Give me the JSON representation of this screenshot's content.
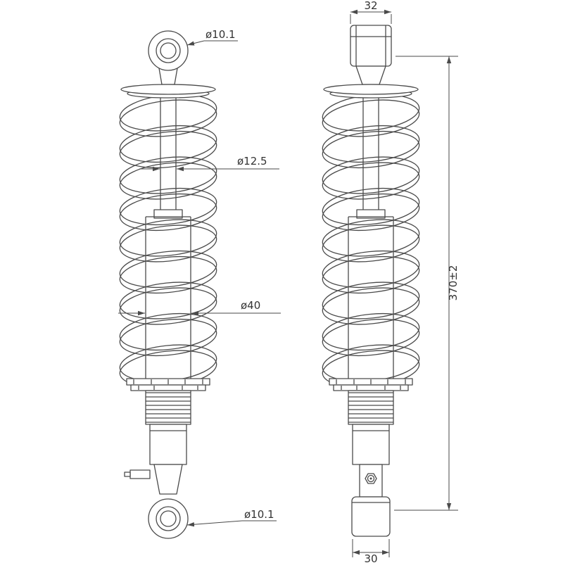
{
  "drawing": {
    "annotations": {
      "top_eye_dia": "ø10.1",
      "rod_dia": "ø12.5",
      "body_dia": "ø40",
      "bottom_eye_dia": "ø10.1",
      "top_mount_width": "32",
      "overall_length": "370±2",
      "bottom_mount_width": "30"
    },
    "colors": {
      "line": "#4a4a4a",
      "text": "#333333",
      "background": "#ffffff"
    }
  }
}
